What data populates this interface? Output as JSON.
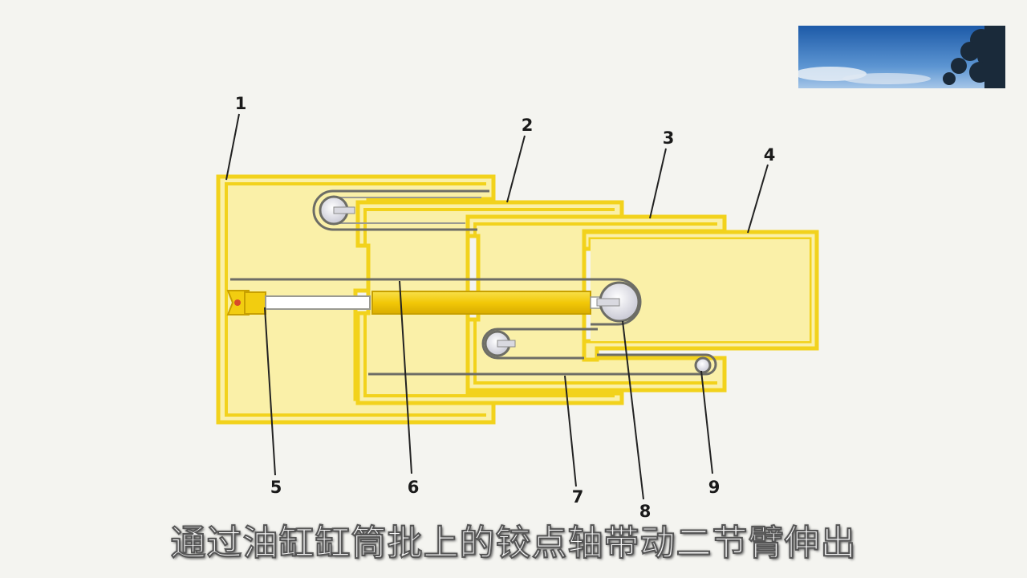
{
  "diagram": {
    "labels": [
      "1",
      "2",
      "3",
      "4",
      "5",
      "6",
      "7",
      "8",
      "9"
    ]
  },
  "subtitle": "通过油缸缸筒批上的铰点轴带动二节臂伸出",
  "colors": {
    "background": "#f4f4f0",
    "boom_fill": "#faf0a8",
    "boom_wall": "#f2d21c",
    "cylinder": "#f2cd10",
    "rope": "#6d6d66",
    "pulley": "#e4e4ec"
  }
}
